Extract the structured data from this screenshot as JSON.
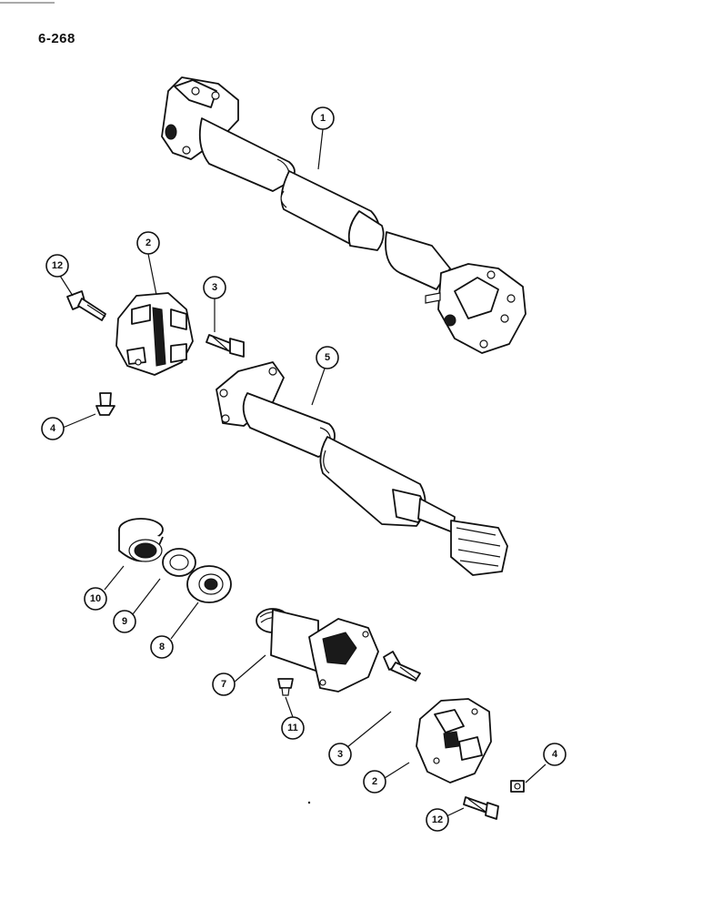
{
  "page_code": "6-268",
  "callouts": [
    {
      "id": "c1",
      "label": "1"
    },
    {
      "id": "c2a",
      "label": "2"
    },
    {
      "id": "c12a",
      "label": "12"
    },
    {
      "id": "c3a",
      "label": "3"
    },
    {
      "id": "c4a",
      "label": "4"
    },
    {
      "id": "c5",
      "label": "5"
    },
    {
      "id": "c10",
      "label": "10"
    },
    {
      "id": "c9",
      "label": "9"
    },
    {
      "id": "c8",
      "label": "8"
    },
    {
      "id": "c7",
      "label": "7"
    },
    {
      "id": "c11",
      "label": "11"
    },
    {
      "id": "c3b",
      "label": "3"
    },
    {
      "id": "c2b",
      "label": "2"
    },
    {
      "id": "c4b",
      "label": "4"
    },
    {
      "id": "c12b",
      "label": "12"
    }
  ]
}
